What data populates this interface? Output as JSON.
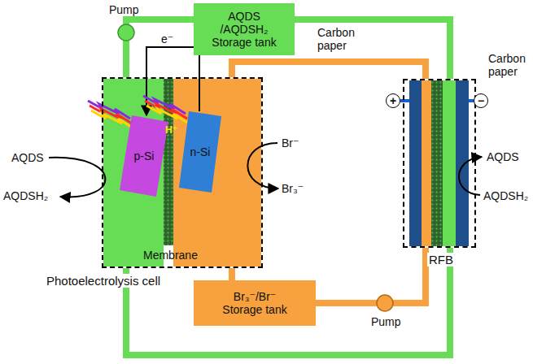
{
  "diagram": {
    "nodes": [
      {
        "text": [
          "AQDS /AQDSH₂ Storage tank"
        ]
      },
      {
        "text": [
          "Photoelectrolysis cell"
        ]
      },
      {
        "text": [
          "p-Si"
        ],
        "in": 1
      },
      {
        "text": [
          "n-Si"
        ],
        "in": 1
      },
      {
        "text": [
          "+"
        ]
      },
      {
        "text": [
          "RFB"
        ]
      },
      {
        "text": [
          "−"
        ]
      },
      {
        "text": [
          "Br₃⁻/Br⁻ Storage tank"
        ]
      }
    ],
    "edges": [
      {
        "from": 0,
        "to": 1,
        "arrow": "none"
      },
      {
        "from": 0,
        "to": 5,
        "arrow": "none"
      },
      {
        "from": 5,
        "to": 1,
        "arrow": "none"
      },
      {
        "from": 1,
        "to": 5,
        "arrow": "none"
      },
      {
        "from": 1,
        "to": 7,
        "arrow": "none"
      },
      {
        "from": 7,
        "to": 5,
        "arrow": "none"
      },
      {
        "from": 3,
        "to": 2,
        "label": "e⁻",
        "arrow": "to"
      }
    ],
    "labels": [
      "Pump",
      "Carbon paper",
      "AQDS",
      "AQDSH₂",
      "H⁺",
      "Br⁻",
      "Br₃⁻",
      "Membrane",
      "Carbon paper",
      "Pump",
      "AQDS",
      "AQDSH₂"
    ]
  }
}
